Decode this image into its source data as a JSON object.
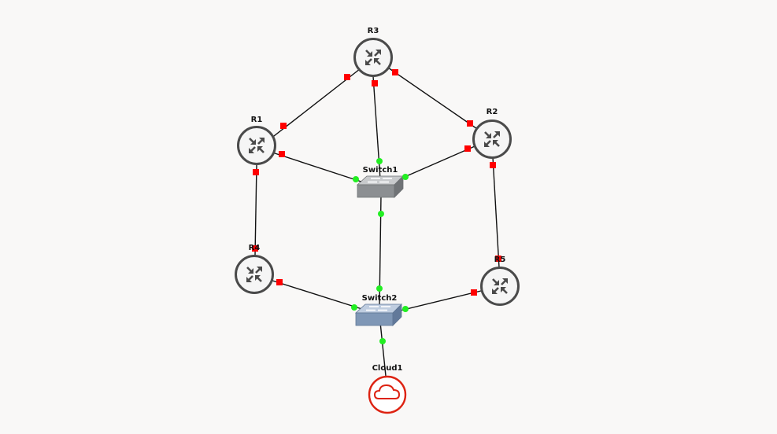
{
  "colors": {
    "background": "#f9f8f7",
    "link": "#111111",
    "port_down": "#ff0000",
    "port_up": "#22ee22",
    "router_ring": "#4a4a4a",
    "router_fill": "#f5f5f5",
    "router_arrows": "#4a4a4a",
    "cloud": "#dd2211",
    "switch1_body": "#8c8f92",
    "switch2_body": "#7f97b6"
  },
  "nodes": [
    {
      "id": "R3",
      "label": "R3",
      "type": "router",
      "icon": "router-icon"
    },
    {
      "id": "R1",
      "label": "R1",
      "type": "router",
      "icon": "router-icon"
    },
    {
      "id": "R2",
      "label": "R2",
      "type": "router",
      "icon": "router-icon"
    },
    {
      "id": "R4",
      "label": "R4",
      "type": "router",
      "icon": "router-icon"
    },
    {
      "id": "R5",
      "label": "R5",
      "type": "router",
      "icon": "router-icon"
    },
    {
      "id": "Switch1",
      "label": "Switch1",
      "type": "switch",
      "icon": "switch-icon"
    },
    {
      "id": "Switch2",
      "label": "Switch2",
      "type": "switch",
      "icon": "switch-icon"
    },
    {
      "id": "Cloud1",
      "label": "Cloud1",
      "type": "cloud",
      "icon": "cloud-icon"
    }
  ],
  "links": [
    {
      "from": "R3",
      "to": "R1",
      "status": "down"
    },
    {
      "from": "R3",
      "to": "Switch1",
      "status": "mixed"
    },
    {
      "from": "R3",
      "to": "R2",
      "status": "down"
    },
    {
      "from": "R1",
      "to": "Switch1",
      "status": "mixed"
    },
    {
      "from": "R2",
      "to": "Switch1",
      "status": "mixed"
    },
    {
      "from": "R1",
      "to": "R4",
      "status": "down"
    },
    {
      "from": "R2",
      "to": "R5",
      "status": "down"
    },
    {
      "from": "Switch1",
      "to": "Switch2",
      "status": "up"
    },
    {
      "from": "R4",
      "to": "Switch2",
      "status": "mixed"
    },
    {
      "from": "R5",
      "to": "Switch2",
      "status": "mixed"
    },
    {
      "from": "Switch2",
      "to": "Cloud1",
      "status": "up"
    }
  ]
}
